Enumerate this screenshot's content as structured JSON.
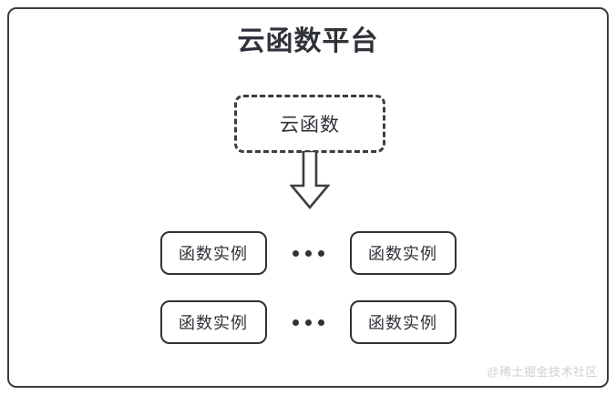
{
  "frame": {
    "border_color": "#3a3d42",
    "background": "#ffffff"
  },
  "title": {
    "text": "云函数平台"
  },
  "cloud_function": {
    "label": "云函数",
    "border_style": "dashed",
    "border_color": "#3a3d42"
  },
  "arrow": {
    "name": "down-block-arrow",
    "direction": "down",
    "color": "#3a3d42"
  },
  "instance_rows": [
    {
      "left_box": {
        "label": "函数实例"
      },
      "separator": "•••",
      "right_box": {
        "label": "函数实例"
      }
    },
    {
      "left_box": {
        "label": "函数实例"
      },
      "separator": "•••",
      "right_box": {
        "label": "函数实例"
      }
    }
  ],
  "watermark": {
    "text": "@稀土掘金技术社区",
    "color": "#cfcfcf"
  }
}
